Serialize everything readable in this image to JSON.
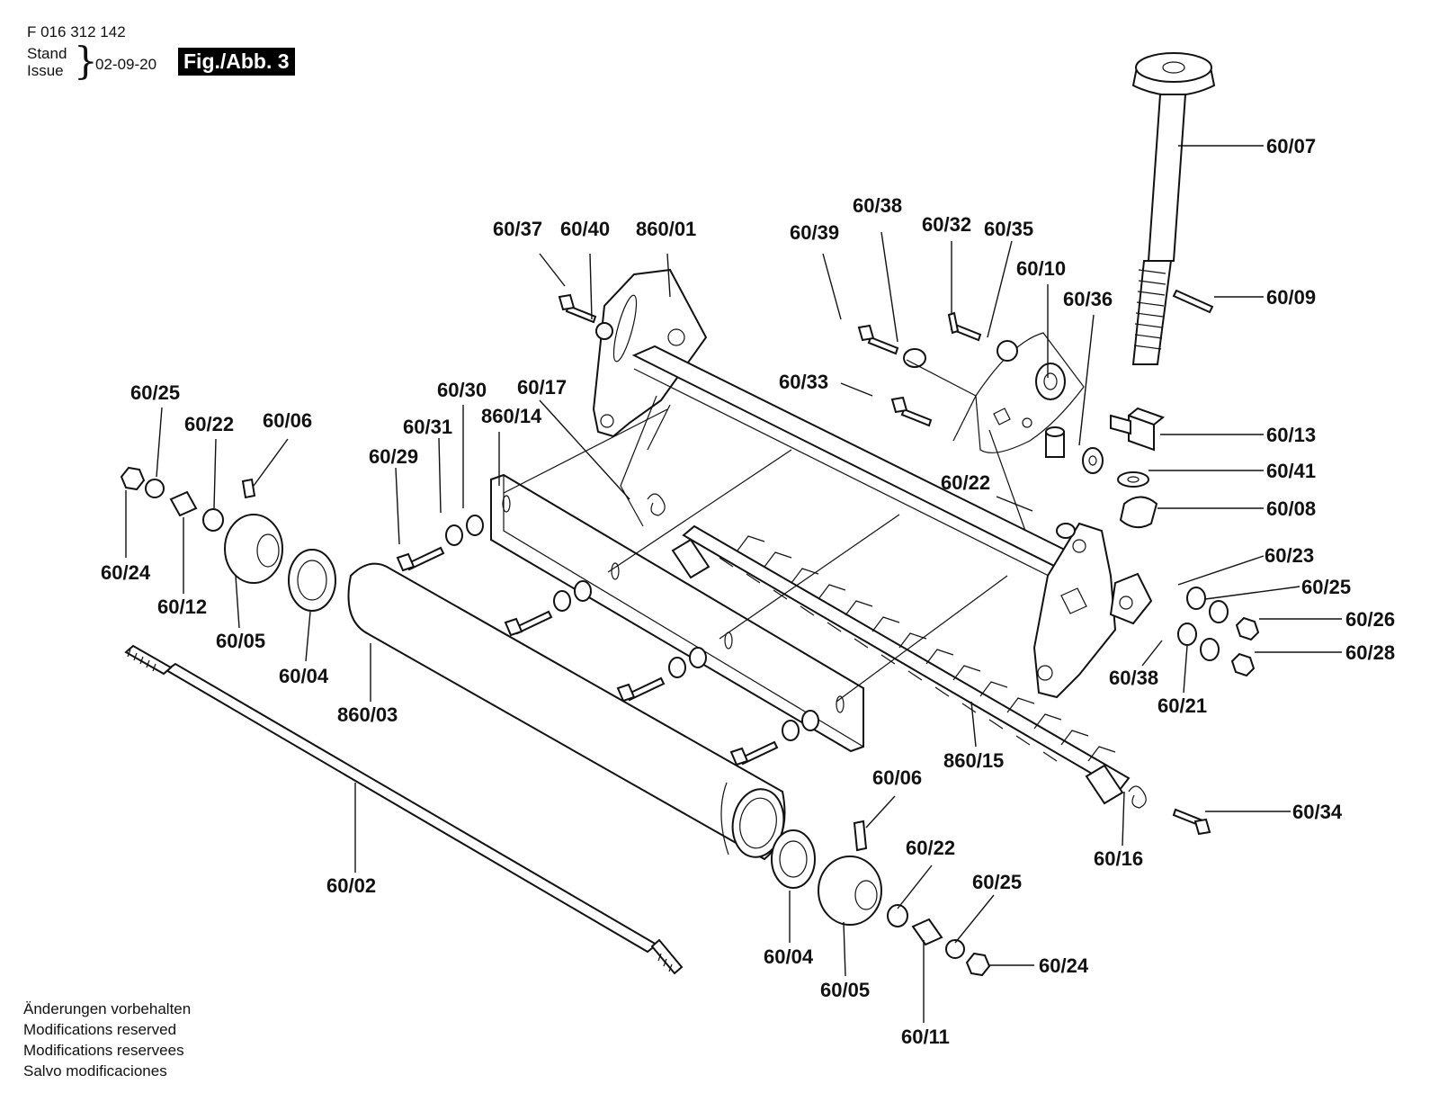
{
  "header": {
    "doc_number": "F 016 312 142",
    "stand_label": "Stand",
    "issue_label": "Issue",
    "date": "02-09-20",
    "figure_label": "Fig./Abb. 3"
  },
  "footer": {
    "lines": [
      "Änderungen vorbehalten",
      "Modifications reserved",
      "Modifications reservees",
      "Salvo modificaciones"
    ]
  },
  "part_labels": [
    "60/07",
    "60/09",
    "60/13",
    "60/41",
    "60/08",
    "60/23",
    "60/25",
    "60/26",
    "60/28",
    "60/21",
    "60/38",
    "60/37",
    "60/40",
    "860/01",
    "60/39",
    "60/38",
    "60/32",
    "60/35",
    "60/10",
    "60/36",
    "60/33",
    "60/25",
    "60/22",
    "60/06",
    "60/24",
    "60/12",
    "60/05",
    "60/04",
    "60/30",
    "60/31",
    "60/29",
    "60/17",
    "860/14",
    "60/22",
    "860/03",
    "60/02",
    "860/15",
    "60/34",
    "60/16",
    "60/06",
    "60/22",
    "60/25",
    "60/04",
    "60/05",
    "60/24",
    "60/11"
  ]
}
